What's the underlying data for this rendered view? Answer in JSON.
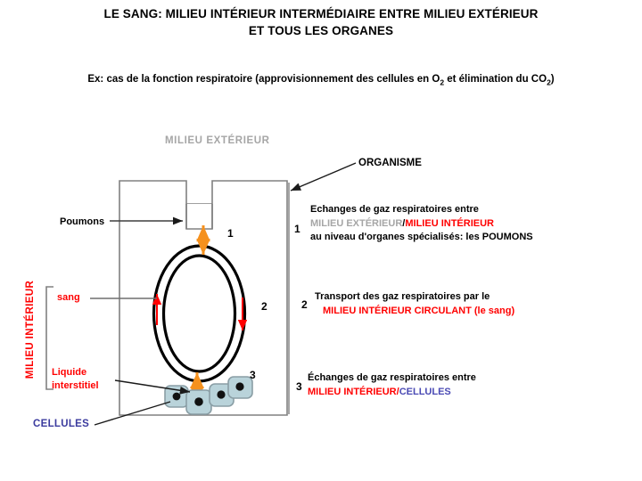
{
  "title": "LE SANG: MILIEU INTÉRIEUR INTERMÉDIAIRE ENTRE MILIEU EXTÉRIEUR ET TOUS LES ORGANES",
  "title_line1": "LE SANG: MILIEU INTÉRIEUR INTERMÉDIAIRE ENTRE MILIEU EXTÉRIEUR",
  "title_line2": "ET TOUS LES ORGANES",
  "subtitle": {
    "part1": "Ex: cas de la fonction respiratoire (approvisionnement des cellules en O",
    "sub1": "2",
    "part2": " et élimination du CO",
    "sub2": "2",
    "part3": ")"
  },
  "diagram": {
    "milieu_exterieur_label": "MILIEU EXTÉRIEUR",
    "organisme_label": "ORGANISME",
    "poumons_label": "Poumons",
    "sang_label": "sang",
    "liquide_interstitiel_line1": "Liquide",
    "liquide_interstitiel_line2": "interstitiel",
    "cellules_label": "CELLULES",
    "milieu_interieur_label": "MILIEU INTÉRIEUR",
    "inner_numbers": [
      "1",
      "2",
      "3"
    ],
    "colors": {
      "red": "#ff0000",
      "blue": "#3b3b9e",
      "gray": "#a6a6a6",
      "orange": "#f5911e",
      "cell_fill": "#b9d3da",
      "vessel": "#000000"
    }
  },
  "explanations": [
    {
      "number": "1",
      "line1": "Echanges de gaz respiratoires entre",
      "line2_a": "MILIEU EXTÉRIEUR",
      "line2_sep": "/",
      "line2_b": "MILIEU INTÉRIEUR",
      "line3": "au niveau d'organes spécialisés: les POUMONS"
    },
    {
      "number": "2",
      "line1": "Transport des gaz respiratoires par le",
      "line2": "MILIEU INTÉRIEUR CIRCULANT (le sang)"
    },
    {
      "number": "3",
      "line1": "Échanges de gaz respiratoires entre",
      "line2_a": "MILIEU INTÉRIEUR",
      "line2_sep": "/",
      "line2_b": "CELLULES"
    }
  ]
}
